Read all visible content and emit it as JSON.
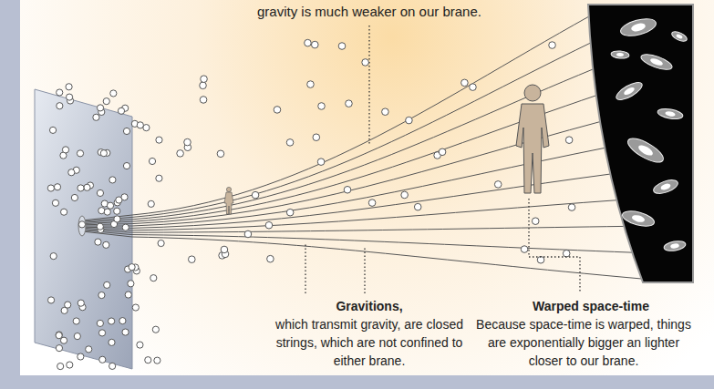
{
  "diagram": {
    "labels": [
      "gravity is much weaker on our brane.",
      "Gravitions,",
      "which transmit gravity, are closed strings, which are not confined to either brane.",
      "Warped space-time",
      "Because space-time is warped, things are exponentially bigger an lighter closer to our brane."
    ]
  }
}
